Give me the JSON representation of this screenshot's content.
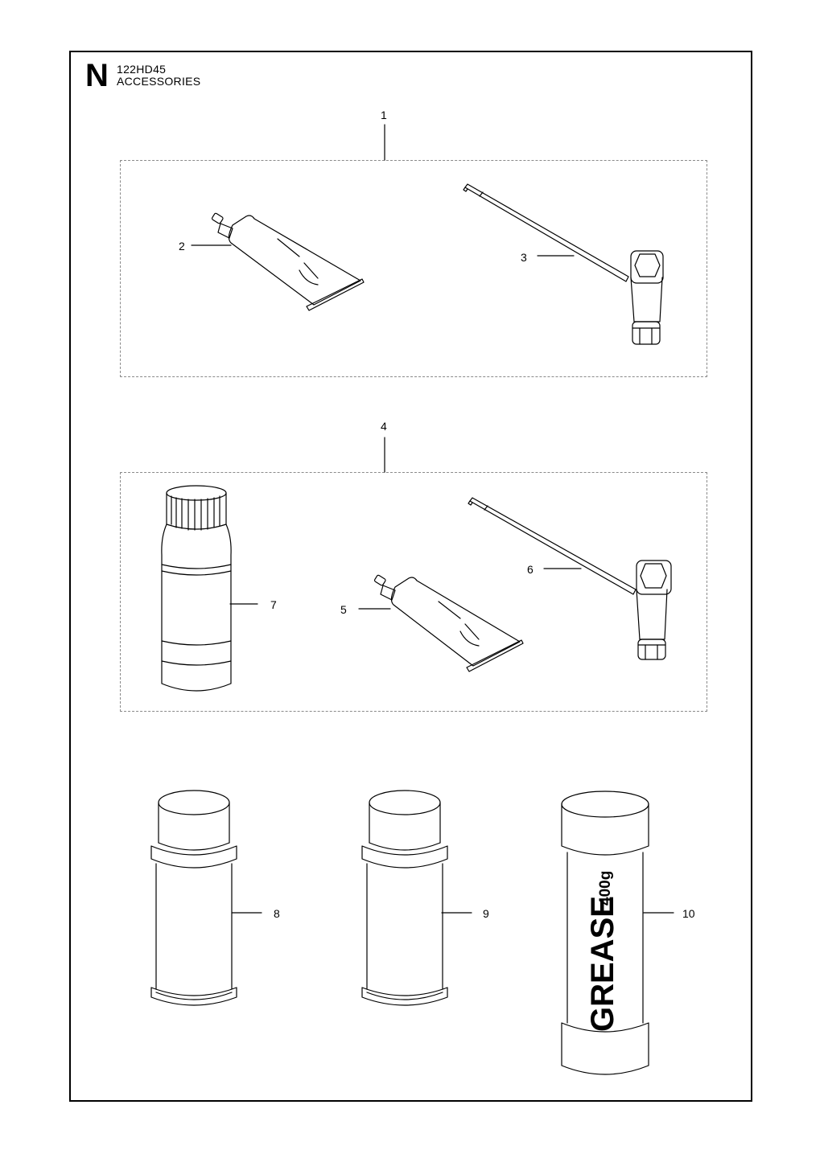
{
  "header": {
    "section_letter": "N",
    "model": "122HD45",
    "title": "ACCESSORIES"
  },
  "callouts": {
    "c1": "1",
    "c2": "2",
    "c3": "3",
    "c4": "4",
    "c5": "5",
    "c6": "6",
    "c7": "7",
    "c8": "8",
    "c9": "9",
    "c10": "10"
  },
  "grease_label": {
    "word": "GREASE",
    "weight": "400g"
  }
}
